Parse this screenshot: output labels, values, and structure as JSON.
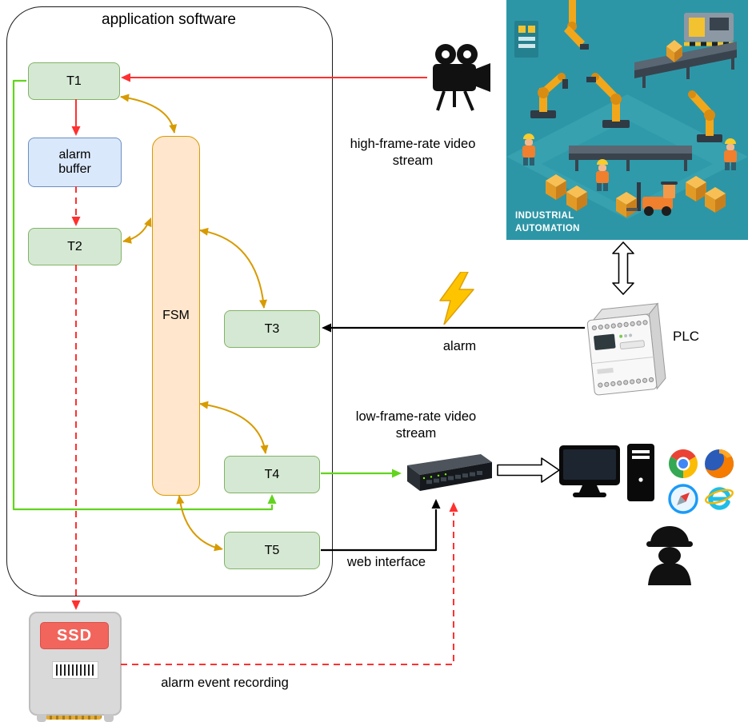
{
  "diagram": {
    "container": {
      "title": "application software"
    },
    "nodes": {
      "t1": "T1",
      "alarm_buffer": "alarm buffer",
      "t2": "T2",
      "fsm": "FSM",
      "t3": "T3",
      "t4": "T4",
      "t5": "T5"
    },
    "edge_labels": {
      "high_frame_rate": "high-frame-rate video stream",
      "low_frame_rate": "low-frame-rate video stream",
      "alarm": "alarm",
      "web_interface": "web interface",
      "alarm_event_recording": "alarm event recording"
    },
    "devices": {
      "plc": "PLC",
      "ssd": "SSD"
    },
    "illustration": {
      "caption": "INDUSTRIAL AUTOMATION"
    },
    "icons": {
      "video_camera_icon": "movie camera on tripod",
      "lightning_icon": "lightning bolt",
      "plc_icon": "PLC controller device",
      "network_switch_icon": "ethernet switch",
      "monitor_icon": "desktop monitor",
      "pc_tower_icon": "pc tower",
      "browser_icons": [
        "chrome",
        "firefox",
        "safari",
        "internet-explorer"
      ],
      "worker_icon": "construction worker silhouette",
      "ssd_icon": "ssd drive",
      "factory_illustration": "isometric industrial automation scene",
      "double_arrow_icon": "hollow bidirectional arrow",
      "hollow_arrow_icon": "hollow right arrow"
    },
    "colors": {
      "task_fill": "#d5e8d4",
      "task_border": "#82b366",
      "buffer_fill": "#dae8fc",
      "buffer_border": "#6c8ebf",
      "fsm_fill": "#ffe6cc",
      "fsm_border": "#d79b00",
      "arrow_red": "#ff3030",
      "arrow_black": "#000000",
      "arrow_orange": "#d79b00",
      "arrow_green": "#62d41e",
      "factory_bg": "#2d96a6",
      "ssd_badge": "#f2655c"
    }
  }
}
